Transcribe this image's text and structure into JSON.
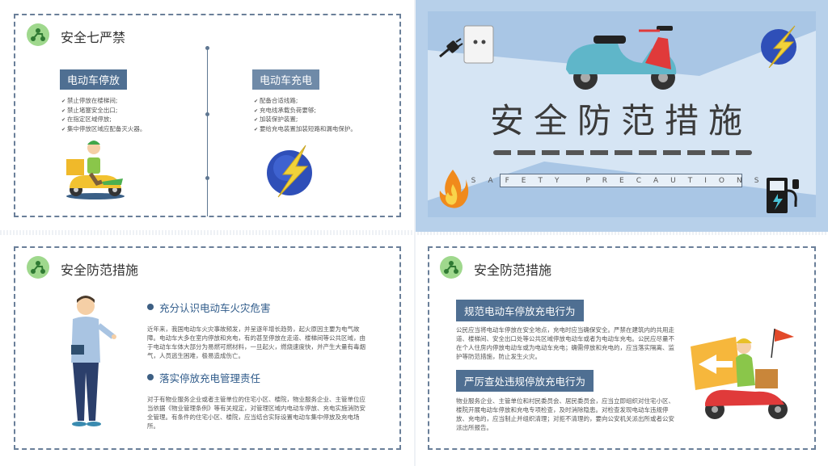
{
  "slide1": {
    "title": "安全七严禁",
    "left_tag": "电动车停放",
    "left_items": [
      "禁止停放在楼梯间;",
      "禁止堵塞安全出口;",
      "在指定区域停放;",
      "集中停放区域应配备灭火器。"
    ],
    "right_tag": "电动车充电",
    "right_items": [
      "配备合适线路;",
      "充电线承载负荷要够;",
      "加装保护装置;",
      "要给充电装置加装短路和漏电保护。"
    ]
  },
  "cover": {
    "title": "安全防范措施",
    "subtitle": "SAFETY PRECAUTIONS"
  },
  "slide3": {
    "title": "安全防范措施",
    "section1_title": "充分认识电动车火灾危害",
    "section1_text": "近年来，我国电动车火灾事故频发，并呈逐年增长趋势，起火原因主要为电气故障。电动车大多在室内停放和充电，有的甚至停放在走道、楼梯间等公共区域，由于电动车车体大部分为易燃可燃材料，一旦起火，燃烧速度快，并产生大量有毒烟气，人员逃生困难，极易造成伤亡。",
    "section2_title": "落实停放充电管理责任",
    "section2_text": "对于有物业服务企业或者主管单位的住宅小区、楼院，物业服务企业、主管单位应当依据《物业管理条例》等有关规定，对管理区域内电动车停放、充电实施消防安全管理。有条件的住宅小区、楼院，应当结合实际设置电动车集中停放及充电场所。"
  },
  "slide4": {
    "title": "安全防范措施",
    "section1_title": "规范电动车停放充电行为",
    "section1_text": "公民应当将电动车停放在安全地点，充电时应当确保安全。严禁在建筑内的共用走道、楼梯间、安全出口处等公共区域停放电动车或者为电动车充电。公民应尽量不在个人住房内停放电动车或为电动车充电；确需停放和充电的，应当落实隔离、监护等防范措施，防止发生火灾。",
    "section2_title": "严厉查处违规停放充电行为",
    "section2_text": "物业服务企业、主管单位和村民委员会、居民委员会，应当立即组织对住宅小区、楼院开展电动车停放和充电专项检查，及时消除隐患。对检查发现电动车违规停放、充电的，应当制止并组织清理；对拒不清理的，要向公安机关派出所或者公安派出所报告。"
  },
  "colors": {
    "accent": "#4f6f92",
    "cover_bg": "#b7d0ea",
    "cover_band": "#d6e5f4",
    "icon_green": "#9fd88d"
  }
}
